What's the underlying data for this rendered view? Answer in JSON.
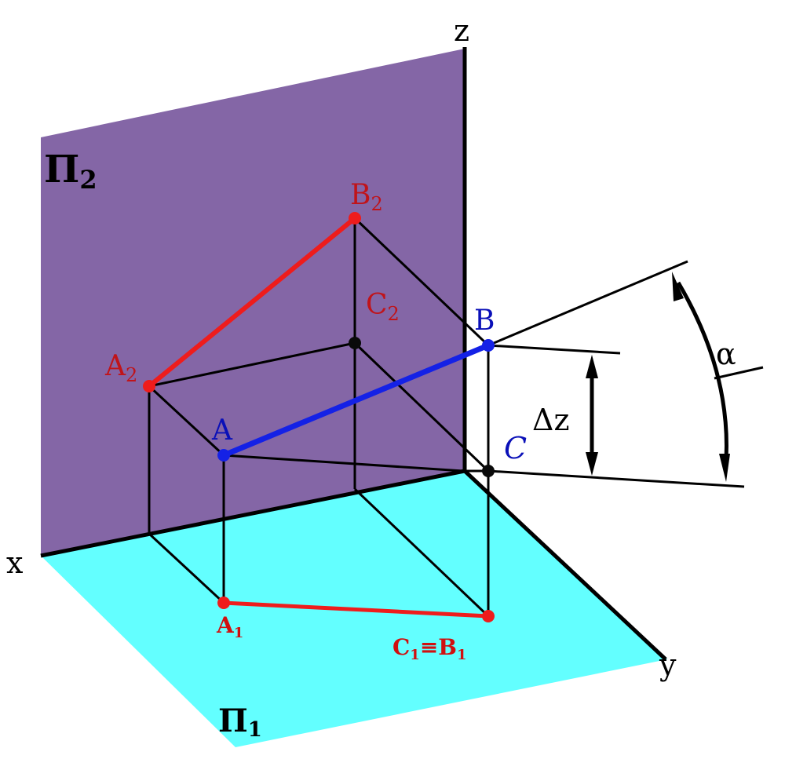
{
  "planes": {
    "frontal": {
      "label": "Π",
      "sub": "2",
      "color": "#8466a6"
    },
    "horizontal": {
      "label": "Π",
      "sub": "1",
      "color": "#63ffff"
    }
  },
  "axes": {
    "x": "x",
    "y": "y",
    "z": "z"
  },
  "points": {
    "A2": {
      "label": "A",
      "sub": "2"
    },
    "B2": {
      "label": "B",
      "sub": "2"
    },
    "C2": {
      "label": "C",
      "sub": "2"
    },
    "A": {
      "label": "A"
    },
    "B": {
      "label": "B"
    },
    "C": {
      "label": "C"
    },
    "A1": {
      "label": "A",
      "sub": "1"
    },
    "C1B1": {
      "label": "C",
      "sub1": "1",
      "eq": "≡",
      "label2": "B",
      "sub2": "1"
    }
  },
  "measures": {
    "delta_z": "Δz",
    "angle": "α"
  },
  "colors": {
    "projection": "#ee1c1c",
    "segment": "#1421e6",
    "point_dark": "#0a0a0a"
  }
}
